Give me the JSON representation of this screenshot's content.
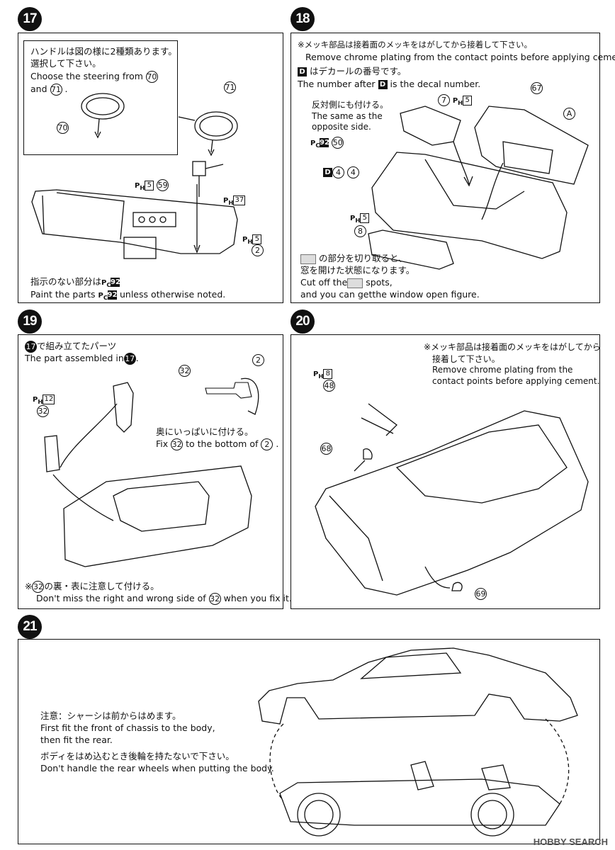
{
  "steps": [
    "17",
    "18",
    "19",
    "20",
    "21"
  ],
  "s17": {
    "note_jp1": "ハンドルは図の様に2種類あります。",
    "note_jp2": "選択して下さい。",
    "note_en1": "Choose the steering from",
    "note_en2": "and",
    "parts": {
      "p70": "70",
      "p71": "71",
      "p59": "59",
      "p2": "2",
      "ph5": "5",
      "ph37": "37",
      "ph5b": "5"
    },
    "foot_jp": "指示のない部分は",
    "foot_code": "92",
    "foot_en1": "Paint the parts",
    "foot_en2": "unless otherwise noted."
  },
  "s18": {
    "line1_jp": "※メッキ部品は接着面のメッキをはがしてから接着して下さい。",
    "line1_en": "Remove chrome plating from the contact points before applying cement.",
    "line2_jp": "はデカールの番号です。",
    "line2_en": "The number after",
    "line2_en_b": "is the decal number.",
    "d": "D",
    "opp_jp": "反対側にも付ける。",
    "opp_en1": "The same as the",
    "opp_en2": "opposite side.",
    "parts": {
      "p7": "7",
      "p67": "67",
      "pA": "A",
      "p50": "50",
      "d4": "4",
      "p4": "4",
      "p8": "8",
      "ph5": "5",
      "ph5b": "5",
      "pc92": "92"
    },
    "cut_jp1": "の部分を切り取ると、",
    "cut_jp2": "窓を開けた状態になります。",
    "cut_en1": "Cut off the",
    "cut_en1b": "spots,",
    "cut_en2": "and you can getthe window open figure."
  },
  "s19": {
    "assembled_jp": "で組み立てたパーツ",
    "assembled_en": "The part assembled in",
    "ref": "17",
    "parts": {
      "p32": "32",
      "p2": "2",
      "p32b": "32",
      "ph12": "12"
    },
    "fix_jp": "奥にいっぱいに付ける。",
    "fix_en1": "Fix",
    "fix_en2": "to the bottom of",
    "note_jp": "※",
    "note_jp2": "の裏・表に注意して付ける。",
    "note_en1": "Don't miss the right and wrong side of",
    "note_en2": "when you fix it."
  },
  "s20": {
    "line_jp1": "※メッキ部品は接着面のメッキをはがしてから",
    "line_jp2": "接着して下さい。",
    "line_en1": "Remove chrome plating from the",
    "line_en2": "contact points before applying cement.",
    "parts": {
      "p48": "48",
      "p68": "68",
      "p69": "69",
      "ph8": "8"
    }
  },
  "s21": {
    "jp1": "注意：シャーシは前からはめます。",
    "en1": "First fit the front of chassis to the body,",
    "en2": "then fit the rear.",
    "jp2": "ボディをはめ込むとき後輪を持たないで下さい。",
    "en3": "Don't handle the rear wheels when putting the body."
  },
  "watermark": "HOBBY SEARCH"
}
